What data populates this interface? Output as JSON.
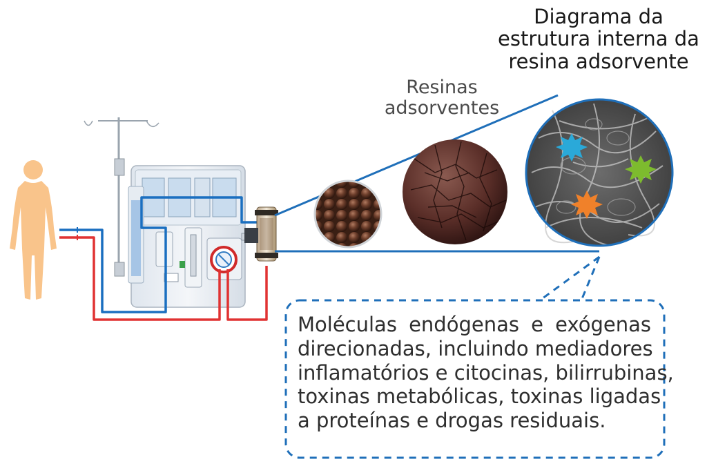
{
  "labels": {
    "internal_structure_title": [
      "Diagrama da",
      "estrutura interna da",
      "resina adsorvente"
    ],
    "resins_title": [
      "Resinas",
      "adsorventes"
    ]
  },
  "callout": {
    "lines": [
      "Moléculas endógenas e exógenas",
      "direcionadas, incluindo mediadores",
      "inflamatórios e citocinas, bilirrubinas,",
      "toxinas metabólicas, toxinas ligadas",
      "a proteínas e drogas residuais."
    ]
  },
  "colors": {
    "arterial_line": "#e03232",
    "venous_line": "#1a6fc0",
    "body": "#f9c48b",
    "molecule_blue": "#2aa9d9",
    "molecule_green": "#7dbb2e",
    "molecule_orange": "#f0812a",
    "bead": "#5a3324"
  },
  "icons": [
    "human-body-icon",
    "dialysis-machine-icon",
    "adsorption-cartridge-icon",
    "resin-beads-icon",
    "resin-sphere-icon",
    "resin-pore-structure-icon",
    "molecule-star-icon"
  ]
}
